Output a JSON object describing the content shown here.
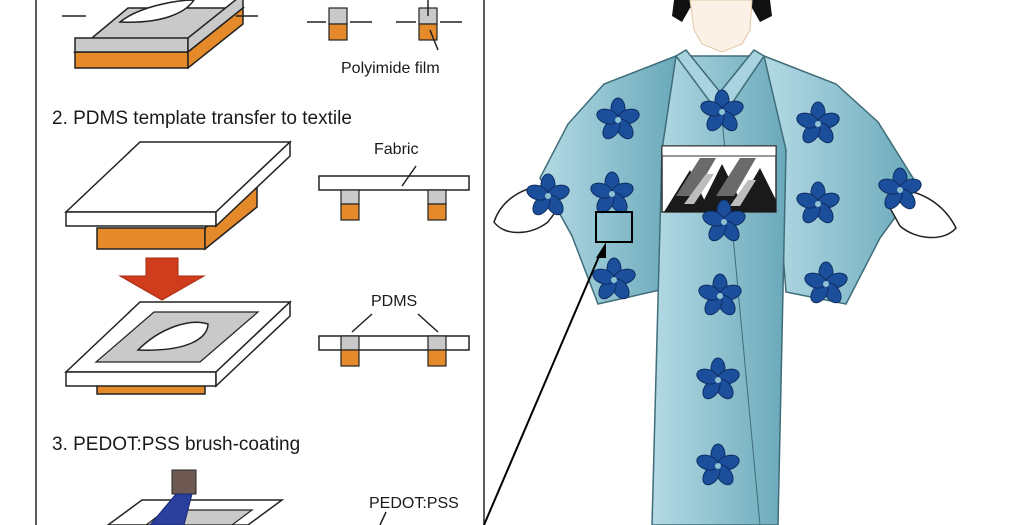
{
  "steps": {
    "step2": "2. PDMS template transfer to textile",
    "step3": "3. PEDOT:PSS brush-coating"
  },
  "labels": {
    "polyimide_film": "Polyimide film",
    "fabric": "Fabric",
    "pdms": "PDMS",
    "pedot_pss": "PEDOT:PSS"
  },
  "colors": {
    "orange": "#e48a2a",
    "gray": "#c9c9c9",
    "kimono": "#93c4d2",
    "flower": "#1b4f9b",
    "arrow_red": "#cf3d1d",
    "brush": "#2b3f9d",
    "brush_handle": "#6e5a52"
  }
}
